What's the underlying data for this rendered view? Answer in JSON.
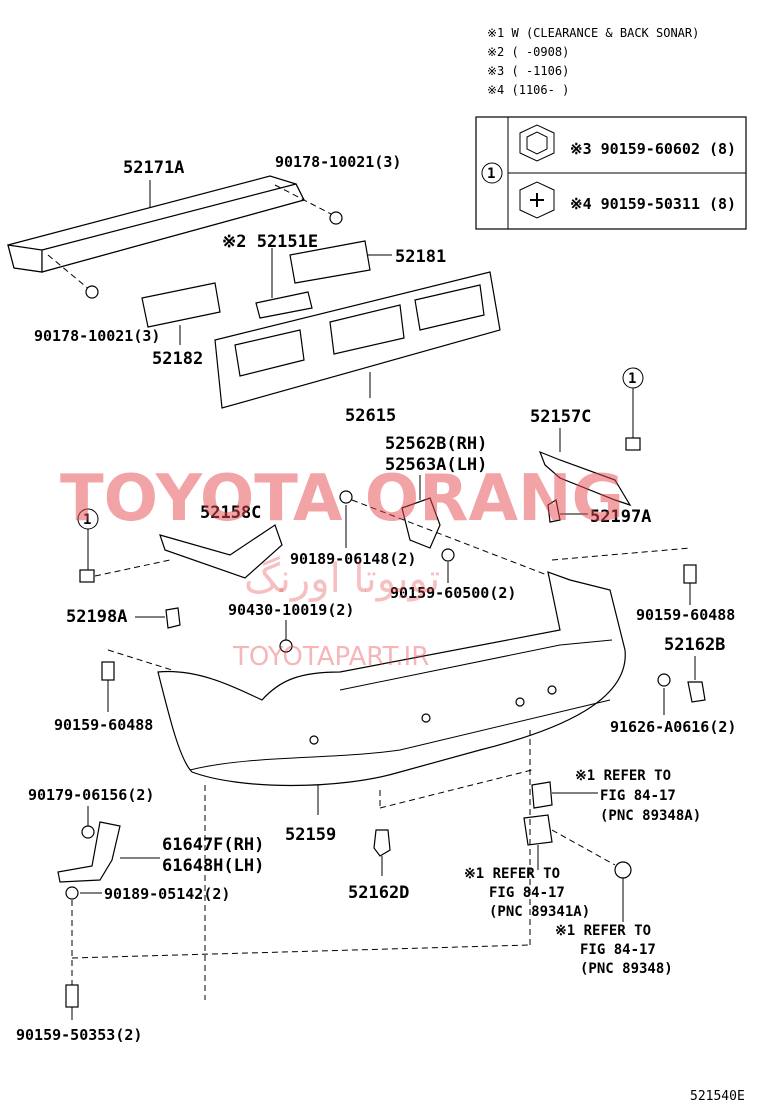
{
  "notes": [
    "※1 W (CLEARANCE & BACK SONAR)",
    "※2 (        -0908)",
    "※3 (        -1106)",
    "※4 (1106-        )"
  ],
  "legend": {
    "circle": "1",
    "rows": [
      "※3 90159-60602 (8)",
      "※4 90159-50311 (8)"
    ]
  },
  "labels": {
    "p52171A": "52171A",
    "p90178_top": "90178-10021(3)",
    "p52151E": "※2 52151E",
    "p52181": "52181",
    "p90178_left": "90178-10021(3)",
    "p52182": "52182",
    "p52615": "52615",
    "p52562B": "52562B(RH)",
    "p52563A": "52563A(LH)",
    "p52157C": "52157C",
    "p52158C": "52158C",
    "p90189_06148": "90189-06148(2)",
    "p52197A": "52197A",
    "p90159_60500": "90159-60500(2)",
    "p52198A": "52198A",
    "p90430": "90430-10019(2)",
    "p90159_60488_r": "90159-60488",
    "p52162B": "52162B",
    "p90159_60488_l": "90159-60488",
    "p91626": "91626-A0616(2)",
    "p90179": "90179-06156(2)",
    "p52159": "52159",
    "p61647F": "61647F(RH)",
    "p61648H": "61648H(LH)",
    "p90189_05142": "90189-05142(2)",
    "p52162D": "52162D",
    "p90159_50353": "90159-50353(2)",
    "circle1_a": "1",
    "circle1_b": "1"
  },
  "refs": [
    [
      "※1 REFER TO",
      "FIG 84-17",
      "(PNC 89348A)"
    ],
    [
      "※1 REFER TO",
      "FIG 84-17",
      "(PNC 89341A)"
    ],
    [
      "※1 REFER TO",
      "FIG 84-17",
      "(PNC 89348)"
    ]
  ],
  "watermark": {
    "main": "TOYOTA ORANG",
    "arabic": "تویوتا اورنگ",
    "site": "TOYOTAPART.IR"
  },
  "code": "521540E"
}
